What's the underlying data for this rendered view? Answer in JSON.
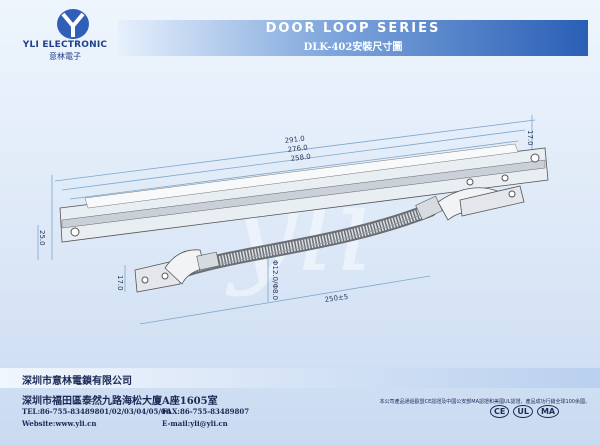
{
  "header": {
    "brand_en": "YLI ELECTRONIC",
    "brand_cn": "意林電子",
    "title": "DOOR LOOP SERIES",
    "subtitle": "DLK-402安裝尺寸圖"
  },
  "drawing": {
    "dimensions": {
      "overall_length": "291.0",
      "mid_length": "276.0",
      "inner_length": "258.0",
      "end_height": "17.0",
      "bracket_height": "25.0",
      "left_mount_height": "17.0",
      "hose_length": "250±5",
      "hose_diameter": "Φ12.0/Φ8.0"
    },
    "watermark": "yli"
  },
  "footer": {
    "company": "深圳市意林電鎖有限公司",
    "address": "深圳市福田區泰然九路海松大廈A座1605室",
    "tel": "TEL:86-755-83489801/02/03/04/05/06",
    "fax": "FAX:86-755-83489807",
    "website": "Website:www.yli.cn",
    "email": "E-mail:yli@yli.cn",
    "cert_note": "本公司產品通過歐盟CE認證及中國公安部MA認證和美國UL認證，產品成功行銷全球100余國。",
    "certs": [
      "CE",
      "UL",
      "MA"
    ]
  }
}
